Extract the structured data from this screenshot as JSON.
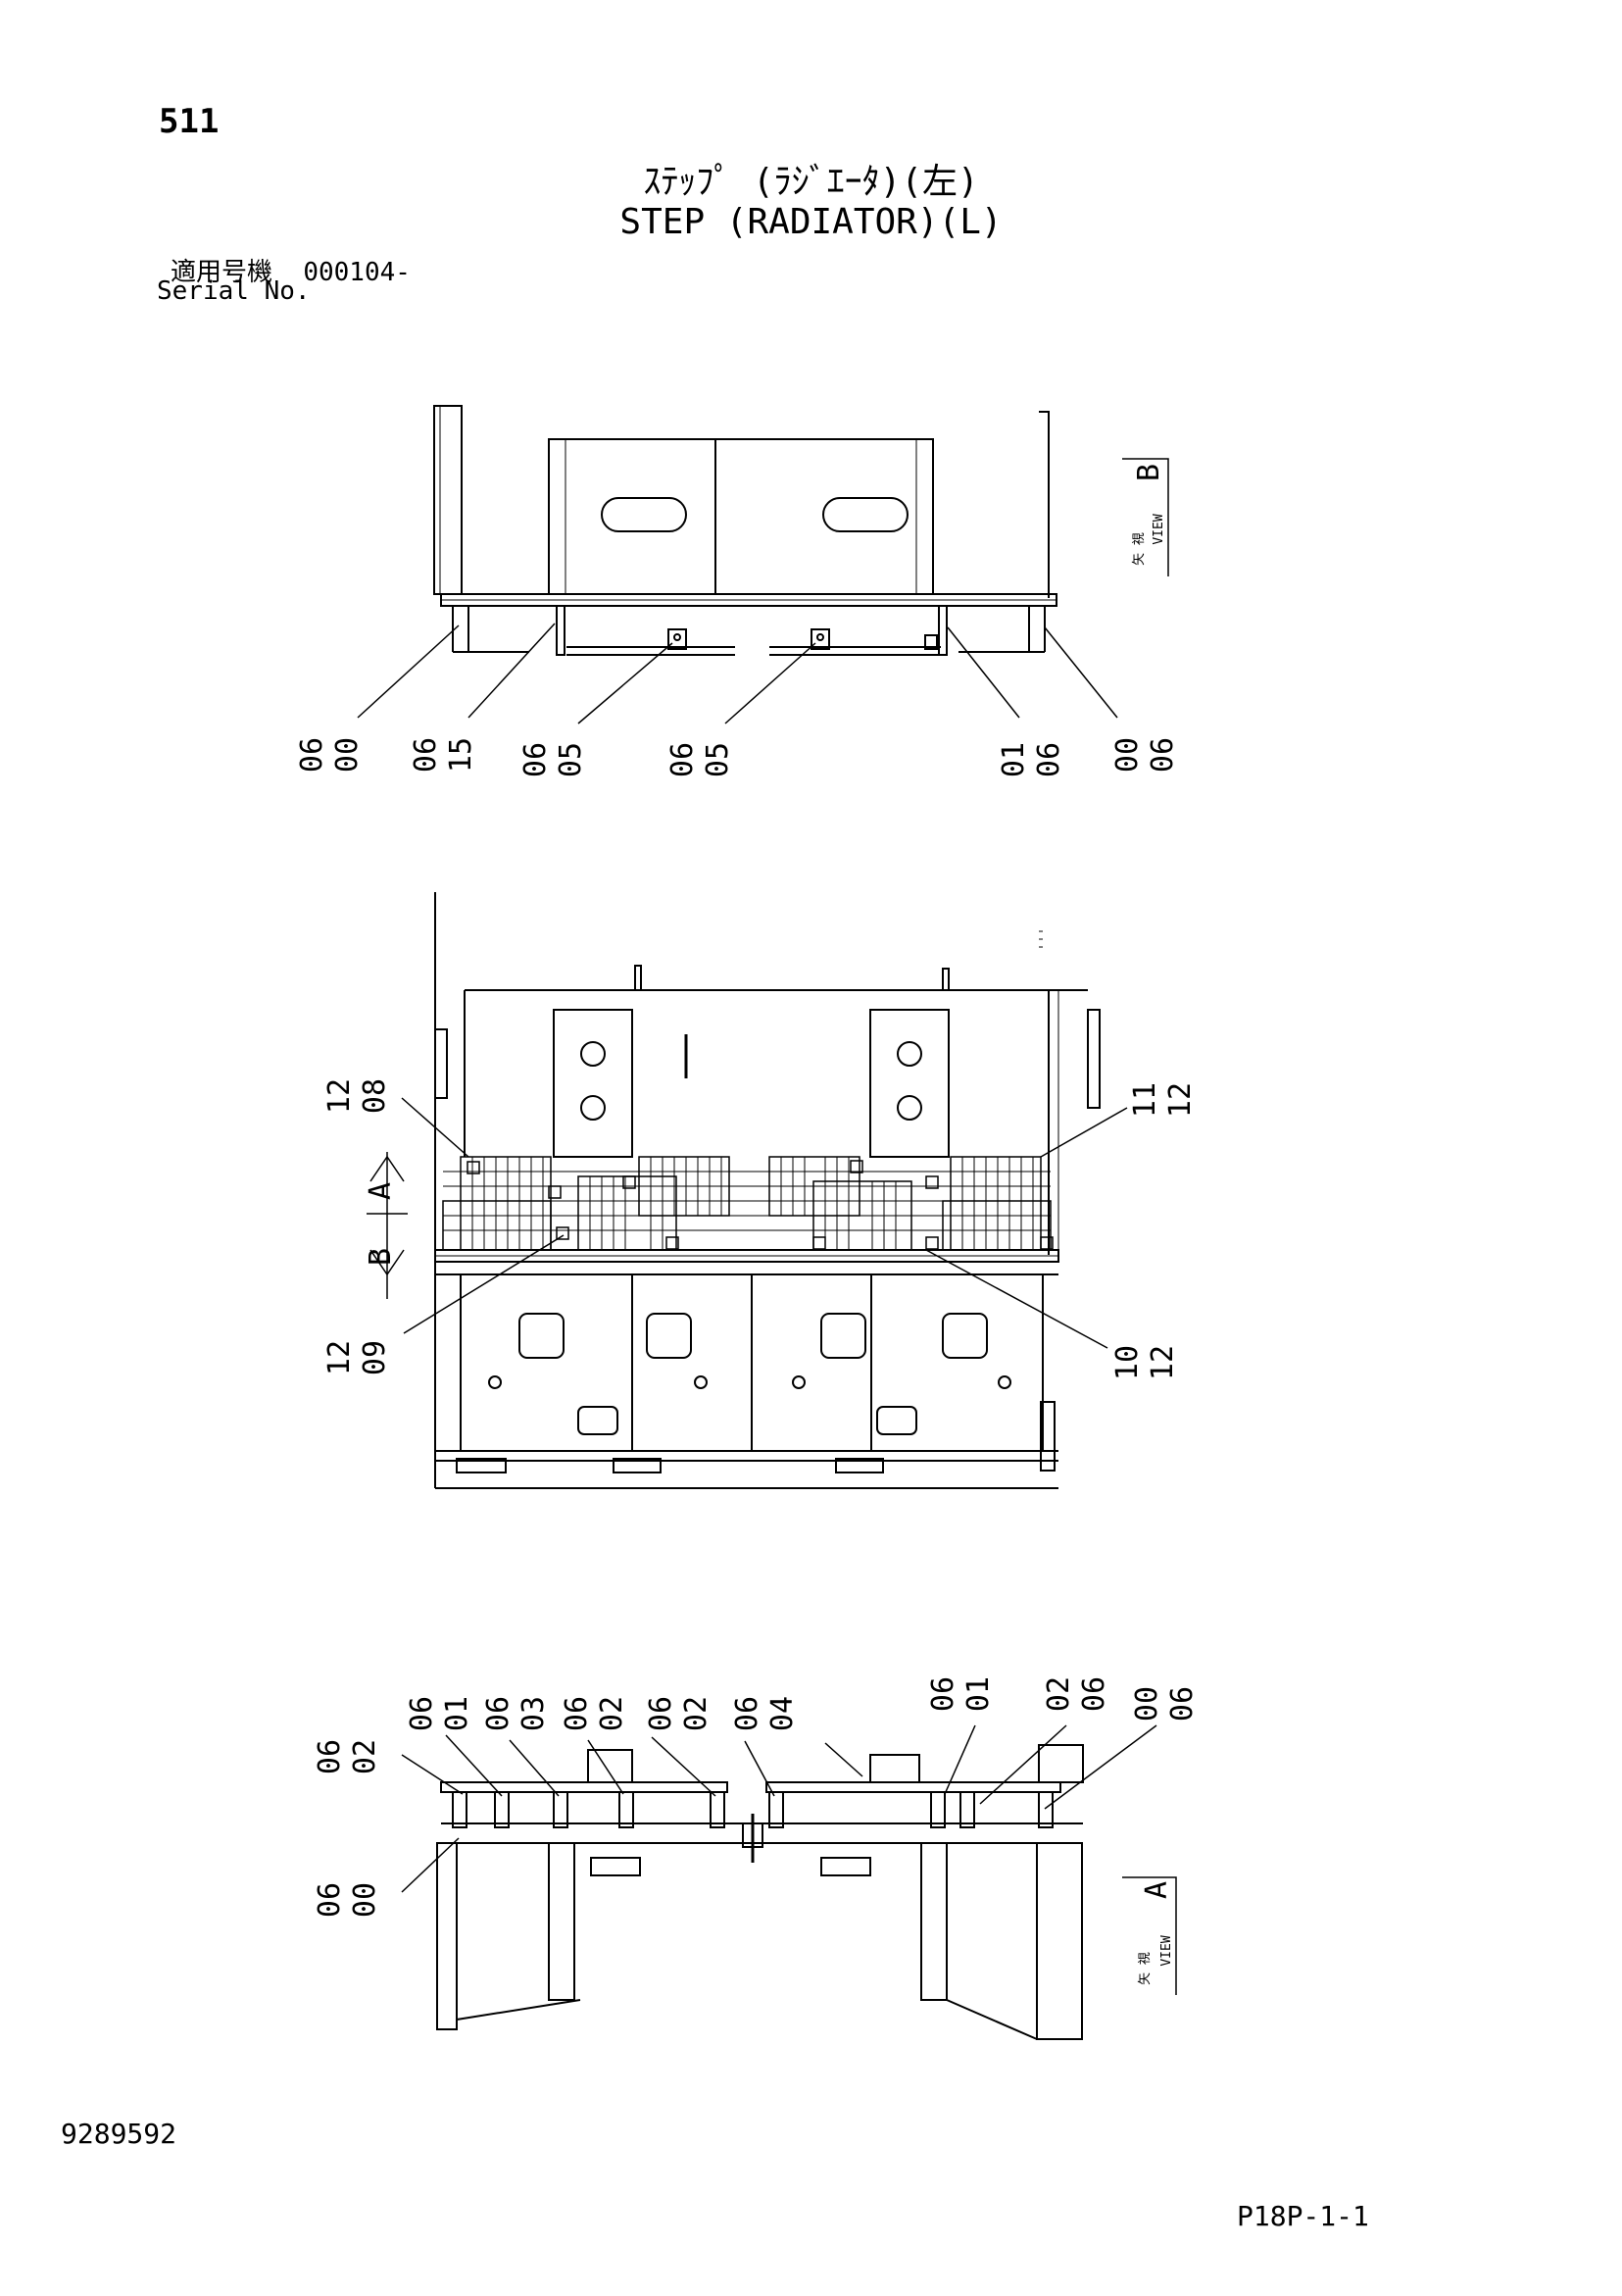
{
  "header": {
    "page_number": "511",
    "title_jp": "ｽﾃｯﾌﾟ (ﾗｼﾞｴｰﾀ)(左)",
    "title_en": "STEP (RADIATOR)(L)",
    "serial_label_jp": "適用号機",
    "serial_value": "000104-",
    "serial_label_en": "Serial No."
  },
  "footer": {
    "doc_number": "9289592",
    "sheet_code": "P18P-1-1"
  },
  "view_b_box": {
    "jp": "矢 視",
    "en": "VIEW",
    "letter": "B"
  },
  "view_a_box": {
    "jp": "矢 視",
    "en": "VIEW",
    "letter": "A"
  },
  "section_marker": {
    "a": "A",
    "b": "B"
  },
  "top_view_labels": [
    {
      "top": "06",
      "bottom": "00"
    },
    {
      "top": "06",
      "bottom": "15"
    },
    {
      "top": "06",
      "bottom": "05"
    },
    {
      "top": "06",
      "bottom": "05"
    },
    {
      "top": "01",
      "bottom": "06"
    },
    {
      "top": "00",
      "bottom": "06"
    }
  ],
  "middle_view_labels": {
    "left_top": {
      "top": "12",
      "bottom": "08"
    },
    "left_bottom": {
      "top": "12",
      "bottom": "09"
    },
    "right_top": {
      "top": "11",
      "bottom": "12"
    },
    "right_bottom": {
      "top": "10",
      "bottom": "12"
    }
  },
  "bottom_view_labels": {
    "top_row": [
      {
        "top": "06",
        "bottom": "01"
      },
      {
        "top": "06",
        "bottom": "03"
      },
      {
        "top": "06",
        "bottom": "02"
      },
      {
        "top": "06",
        "bottom": "02"
      },
      {
        "top": "06",
        "bottom": "04"
      },
      {
        "top": "06",
        "bottom": "01"
      },
      {
        "top": "02",
        "bottom": "06"
      },
      {
        "top": "00",
        "bottom": "06"
      }
    ],
    "left_upper": {
      "top": "06",
      "bottom": "02"
    },
    "left_lower": {
      "top": "06",
      "bottom": "00"
    }
  }
}
